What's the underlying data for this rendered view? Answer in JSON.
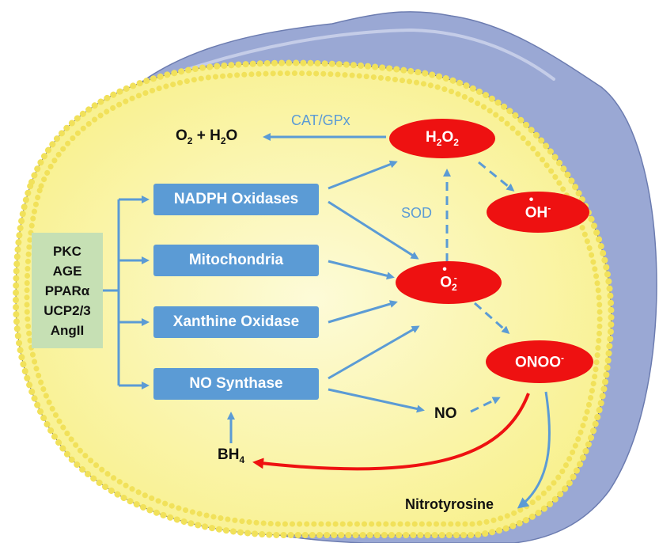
{
  "factors": [
    "PKC",
    "AGE",
    "PPARα",
    "UCP2/3",
    "AngII"
  ],
  "sources": [
    "NADPH Oxidases",
    "Mitochondria",
    "Xanthine Oxidase",
    "NO Synthase"
  ],
  "species": {
    "h2o2": {
      "base": "H",
      "sub1": "2",
      "mid": "O",
      "sub2": "2"
    },
    "oh": {
      "dot": "•",
      "base": "OH",
      "sup": "-"
    },
    "superoxide": {
      "dot": "•",
      "base": "O",
      "sub": "2",
      "sup": "-"
    },
    "onoo": {
      "base": "ONOO",
      "sup": "-"
    }
  },
  "products": {
    "water": {
      "o": "O",
      "o_sub": "2",
      "plus": " + H",
      "h_sub": "2",
      "tail": "O"
    },
    "no": "NO",
    "bh4": {
      "base": "BH",
      "sub": "4"
    },
    "nitrotyrosine": "Nitrotyrosine"
  },
  "enzymes": {
    "cat_gpx": "CAT/GPx",
    "sod": "SOD"
  },
  "colors": {
    "membrane": "#f5e663",
    "cytoplasm": "#fbf7b8",
    "tissue": "#9aa8d4",
    "arrow": "#5b9bd5",
    "ros": "#ee1111",
    "box": "#5b9bd5",
    "factor_box": "#c6e0b4"
  }
}
